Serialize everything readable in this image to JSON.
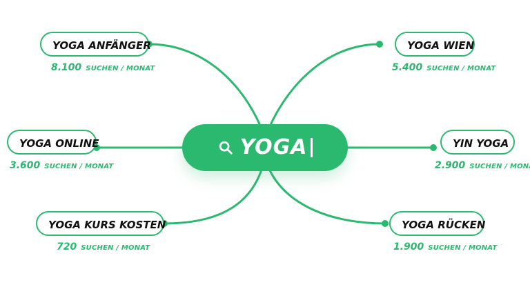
{
  "hub": {
    "term": "YOGA",
    "icon": "search-icon"
  },
  "nodes": [
    {
      "label": "YOGA ANFÄNGER",
      "volume": "8.100",
      "unit": "SUCHEN / MONAT"
    },
    {
      "label": "YOGA ONLINE",
      "volume": "3.600",
      "unit": "SUCHEN / MONAT"
    },
    {
      "label": "YOGA KURS KOSTEN",
      "volume": "720",
      "unit": "SUCHEN / MONAT"
    },
    {
      "label": "YOGA WIEN",
      "volume": "5.400",
      "unit": "SUCHEN / MONAT"
    },
    {
      "label": "YIN YOGA",
      "volume": "2.900",
      "unit": "SUCHEN / MONAT"
    },
    {
      "label": "YOGA RÜCKEN",
      "volume": "1.900",
      "unit": "SUCHEN / MONAT"
    }
  ],
  "colors": {
    "accent": "#2bb86f",
    "text": "#111111",
    "background": "#ffffff"
  }
}
